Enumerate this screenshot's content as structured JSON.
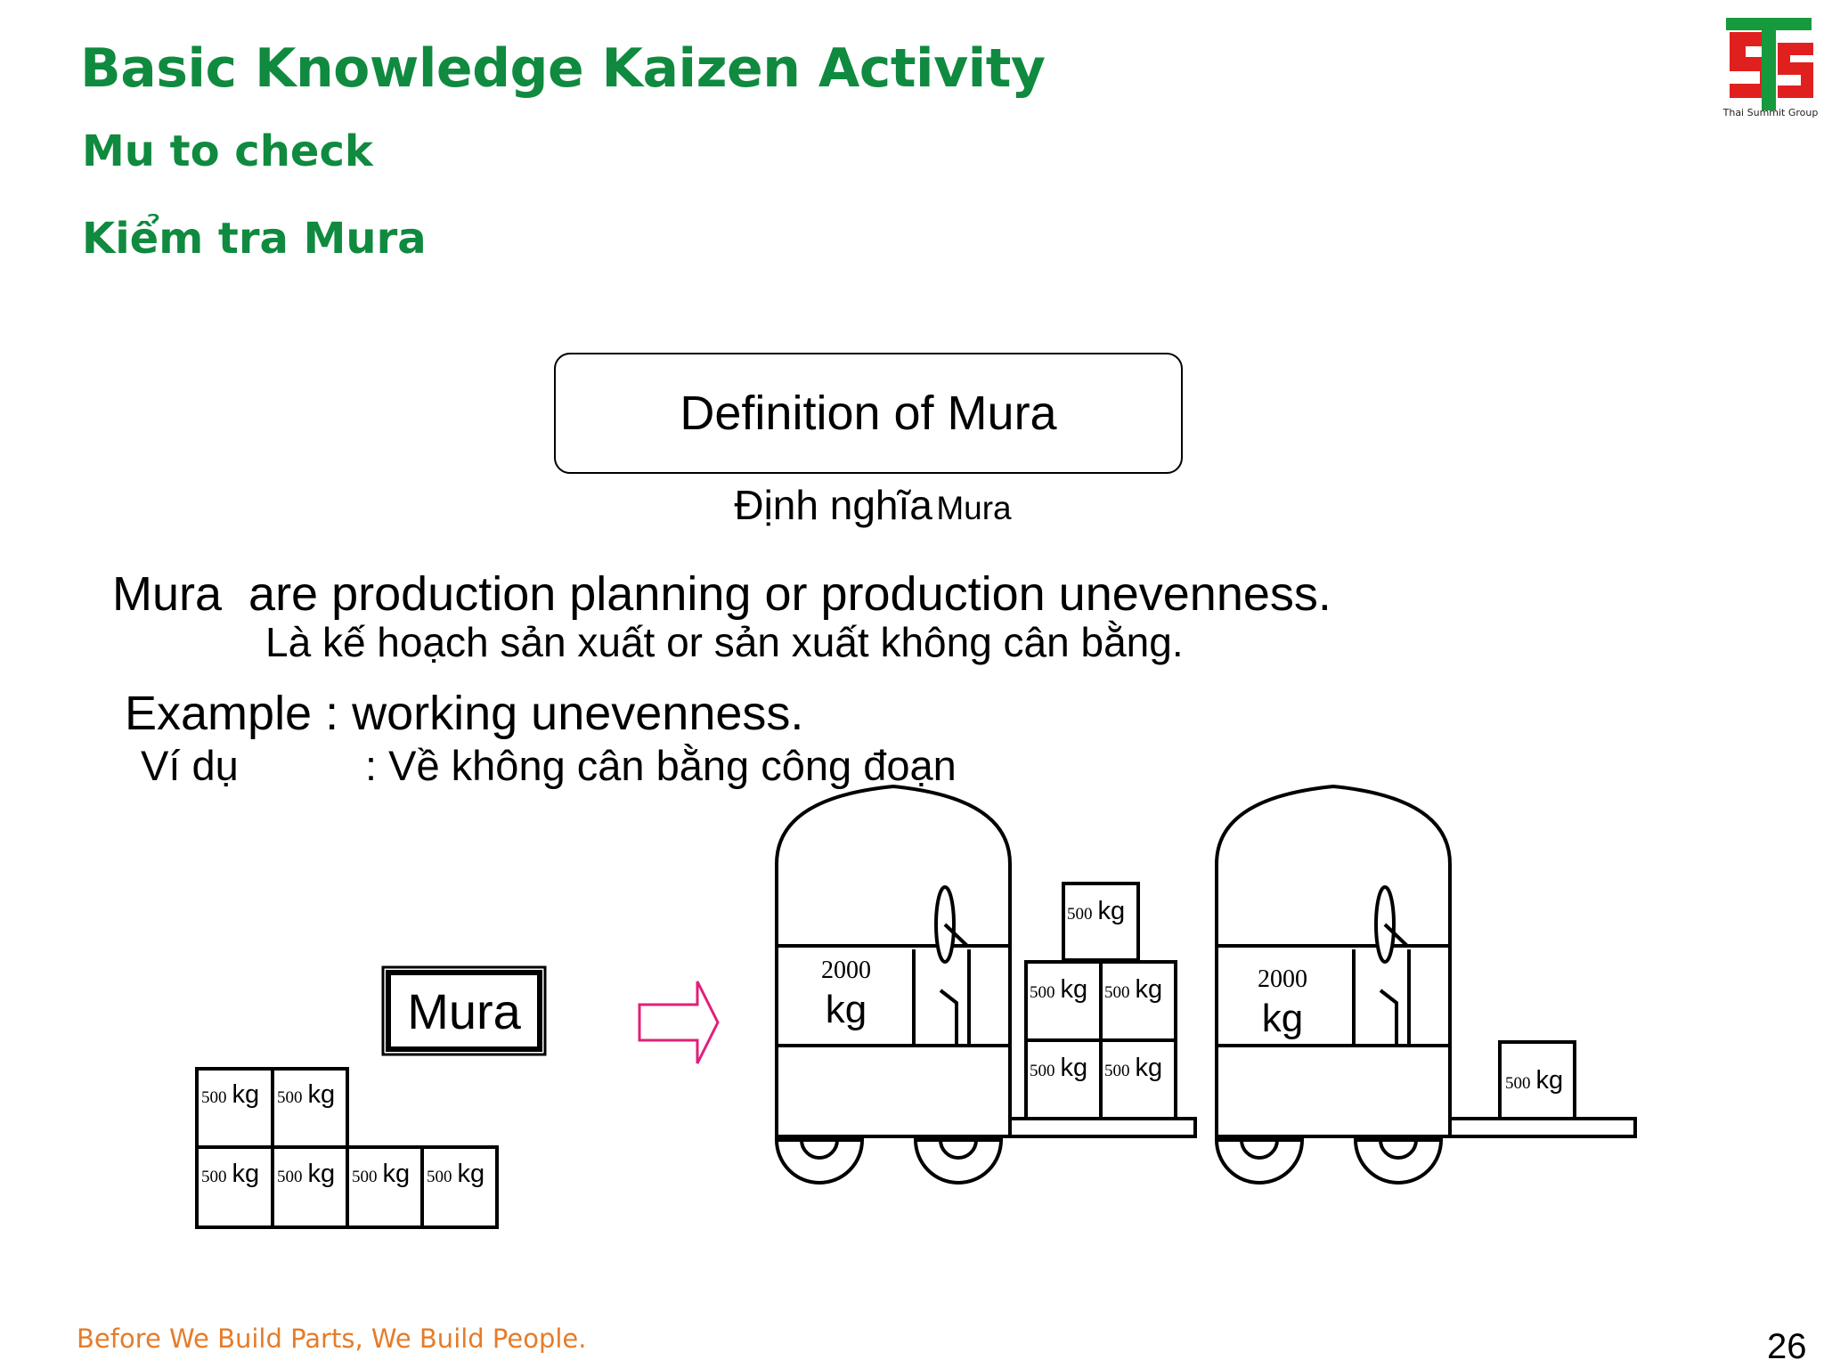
{
  "header": {
    "title": "Basic Knowledge Kaizen Activity",
    "subtitle_en": "Mu to check",
    "subtitle_vi": "Kiểm tra Mura"
  },
  "logo": {
    "caption": "Thai Summit Group",
    "colors": {
      "red": "#e0201f",
      "green": "#169a3d"
    }
  },
  "definition": {
    "box_label": "Definition of Mura",
    "vi_label_main": "Định nghĩa",
    "vi_label_term": "Mura"
  },
  "body": {
    "mura_term": "Mura",
    "mura_definition": "are production planning or production unevenness.",
    "mura_definition_vi": "Là kế hoạch sản xuất or sản xuất không cân bằng.",
    "example_en": "Example : working unevenness.",
    "example_vi_label": "Ví dụ",
    "example_vi_text": ": Về không cân bằng công đoạn"
  },
  "diagram": {
    "mura_label": "Mura",
    "box_num": "500",
    "box_unit": "kg",
    "cart_num": "2000",
    "cart_unit": "kg",
    "arrow_color": "#e0207a"
  },
  "footer": {
    "tagline": "Before We Build Parts, We Build People.",
    "page_number": "26"
  },
  "colors": {
    "heading_green": "#0f8a3f",
    "footer_orange": "#e57c2a"
  }
}
